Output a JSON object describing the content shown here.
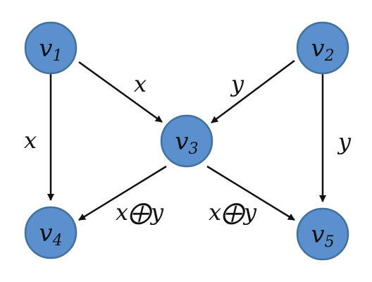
{
  "diagram": {
    "nodes": [
      {
        "id": "v1",
        "name": "v",
        "sub": "1"
      },
      {
        "id": "v2",
        "name": "v",
        "sub": "2"
      },
      {
        "id": "v3",
        "name": "v",
        "sub": "3"
      },
      {
        "id": "v4",
        "name": "v",
        "sub": "4"
      },
      {
        "id": "v5",
        "name": "v",
        "sub": "5"
      }
    ],
    "edges": [
      {
        "from": "v1",
        "to": "v3",
        "label": "x"
      },
      {
        "from": "v1",
        "to": "v4",
        "label": "x"
      },
      {
        "from": "v2",
        "to": "v3",
        "label": "y"
      },
      {
        "from": "v2",
        "to": "v5",
        "label": "y"
      },
      {
        "from": "v3",
        "to": "v4",
        "label": "x⨁y"
      },
      {
        "from": "v3",
        "to": "v5",
        "label": "x⨁y"
      }
    ],
    "colors": {
      "node_fill": "#5b8fcd",
      "node_stroke": "#41719c",
      "edge": "#111111"
    }
  }
}
